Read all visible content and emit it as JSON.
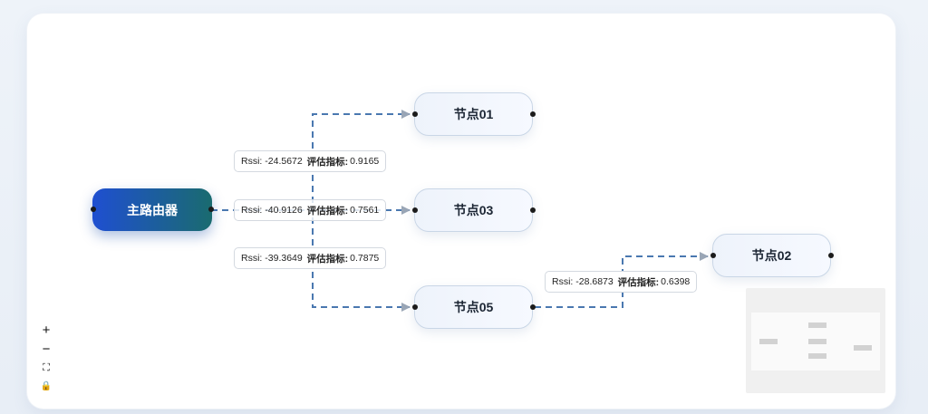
{
  "nodes": {
    "router": "主路由器",
    "n01": "节点01",
    "n03": "节点03",
    "n05": "节点05",
    "n02": "节点02"
  },
  "edges": {
    "e01": {
      "rssi_label": "Rssi:",
      "rssi": "-24.5672",
      "metric_label": "评估指标:",
      "metric": "0.9165"
    },
    "e03": {
      "rssi_label": "Rssi:",
      "rssi": "-40.9126",
      "metric_label": "评估指标:",
      "metric": "0.7561"
    },
    "e05": {
      "rssi_label": "Rssi:",
      "rssi": "-39.3649",
      "metric_label": "评估指标:",
      "metric": "0.7875"
    },
    "e02": {
      "rssi_label": "Rssi:",
      "rssi": "-28.6873",
      "metric_label": "评估指标:",
      "metric": "0.6398"
    }
  },
  "controls": {
    "zoom_in": "+",
    "zoom_out": "−",
    "fit": "⛶",
    "lock": "🔒"
  },
  "colors": {
    "edge": "#4a78b0",
    "router_start": "#1f4fd1",
    "router_end": "#1a6b6f"
  },
  "icons": [
    "plus-icon",
    "minus-icon",
    "fit-view-icon",
    "lock-icon"
  ]
}
